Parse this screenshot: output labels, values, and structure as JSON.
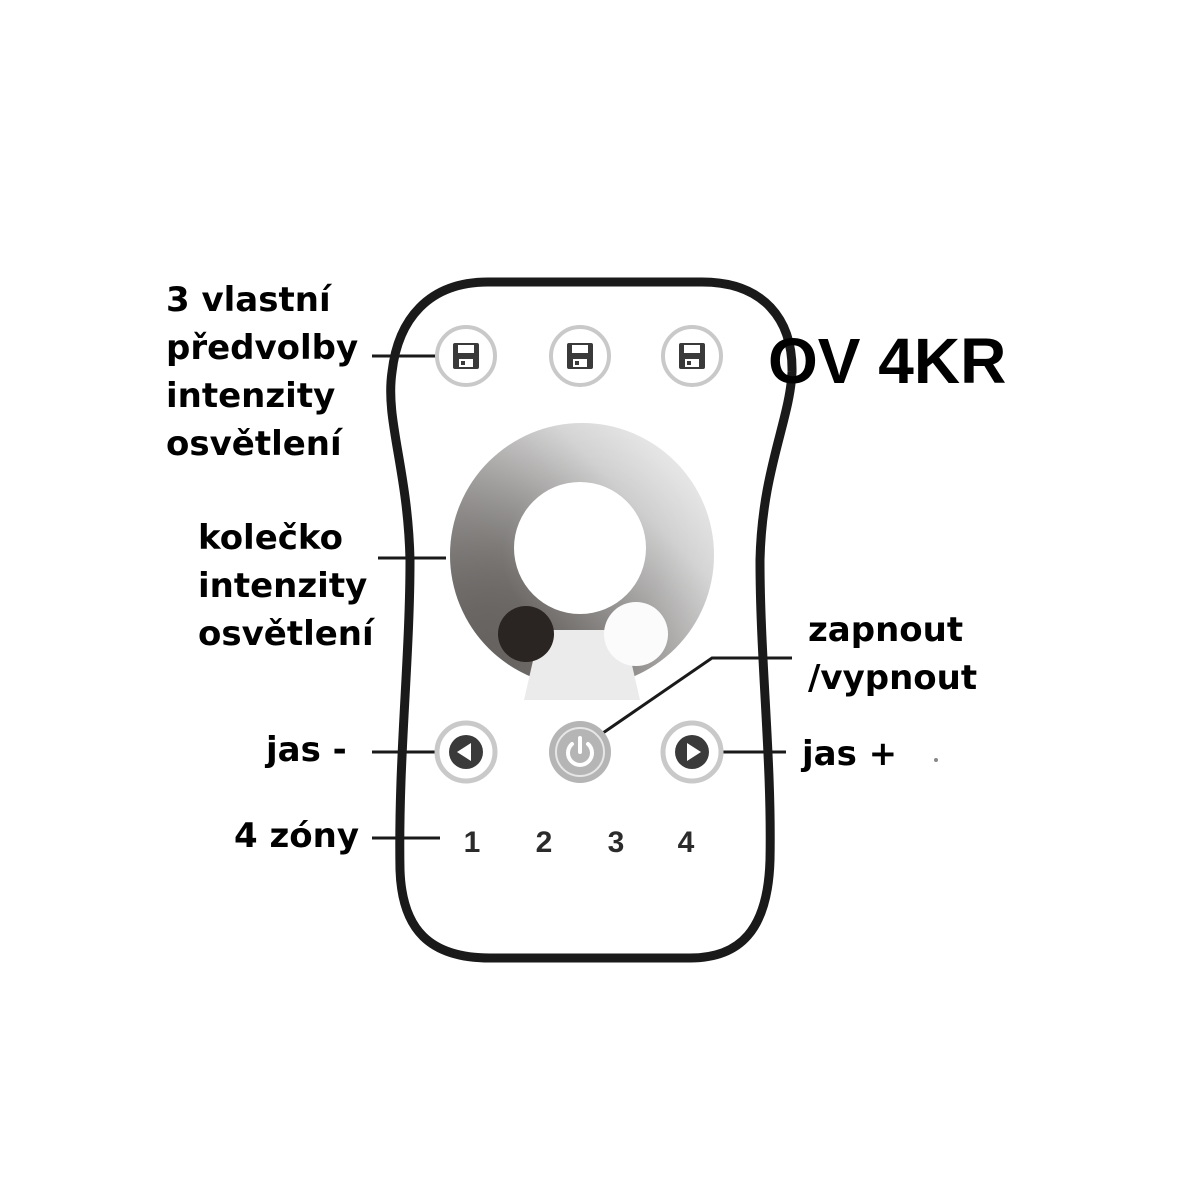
{
  "model": "OV 4KR",
  "labels": {
    "presets": [
      "3 vlastní",
      "předvolby",
      "intenzity",
      "osvětlení"
    ],
    "wheel": [
      "kolečko",
      "intenzity",
      "osvětlení"
    ],
    "power": [
      "zapnout",
      "/vypnout"
    ],
    "brightness_down": "jas -",
    "brightness_up": "jas +",
    "zones": "4 zóny"
  },
  "zones": [
    "1",
    "2",
    "3",
    "4"
  ],
  "icons": {
    "preset": "save-icon",
    "left": "arrow-left-icon",
    "power": "power-icon",
    "right": "arrow-right-icon"
  },
  "colors": {
    "outline": "#1a1a1a",
    "button_ring": "#c9c9c9",
    "wheel_dark": "#2a2522",
    "wheel_light": "#f4f4f4"
  }
}
